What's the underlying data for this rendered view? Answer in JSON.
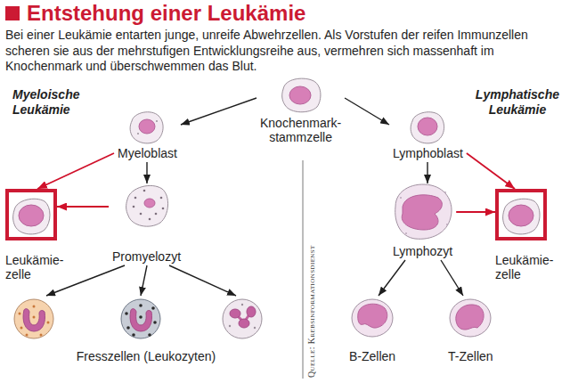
{
  "diagram": {
    "title": "Entstehung einer Leukämie",
    "caption": "Bei einer Leukämie entarten junge, unreife Abwehrzellen. Als Vorstufen der reifen Immunzellen scheren sie aus der mehrstufigen Entwicklungsreihe aus, vermehren sich massenhaft im Knochenmark und überschwemmen das Blut.",
    "nodes": [
      {
        "text": [
          "Knochenmark- stammzelle"
        ]
      },
      {
        "text": [
          "Myeloblast"
        ]
      },
      {
        "text": [
          "Lymphoblast"
        ]
      },
      {
        "text": [
          "Leukämie- zelle"
        ]
      },
      {
        "text": [
          "Promyelozyt"
        ]
      },
      {
        "text": [
          "Lymphozyt"
        ]
      },
      {
        "text": [
          "Leukämie- zelle"
        ]
      },
      {
        "text": [
          "Fresszellen (Leukozyten)"
        ]
      },
      {
        "text": [
          "B-Zellen"
        ]
      },
      {
        "text": [
          "T-Zellen"
        ]
      }
    ],
    "edges": [
      {
        "from": 0,
        "to": 1,
        "arrow": "to"
      },
      {
        "from": 0,
        "to": 2,
        "arrow": "to"
      },
      {
        "from": 1,
        "to": 4,
        "arrow": "to"
      },
      {
        "from": 1,
        "to": 3,
        "arrow": "to"
      },
      {
        "from": 4,
        "to": 3,
        "arrow": "to"
      },
      {
        "from": 4,
        "to": 7,
        "arrow": "to"
      },
      {
        "from": 4,
        "to": 7,
        "arrow": "to"
      },
      {
        "from": 4,
        "to": 7,
        "arrow": "to"
      },
      {
        "from": 2,
        "to": 5,
        "arrow": "to"
      },
      {
        "from": 2,
        "to": 6,
        "arrow": "to"
      },
      {
        "from": 5,
        "to": 6,
        "arrow": "to"
      },
      {
        "from": 5,
        "to": 8,
        "arrow": "to"
      },
      {
        "from": 5,
        "to": 9,
        "arrow": "to"
      }
    ],
    "labels": [
      "Myeloische Leukämie",
      "Lymphatische Leukämie",
      "Quelle: Krebsinformationsdienst"
    ]
  }
}
